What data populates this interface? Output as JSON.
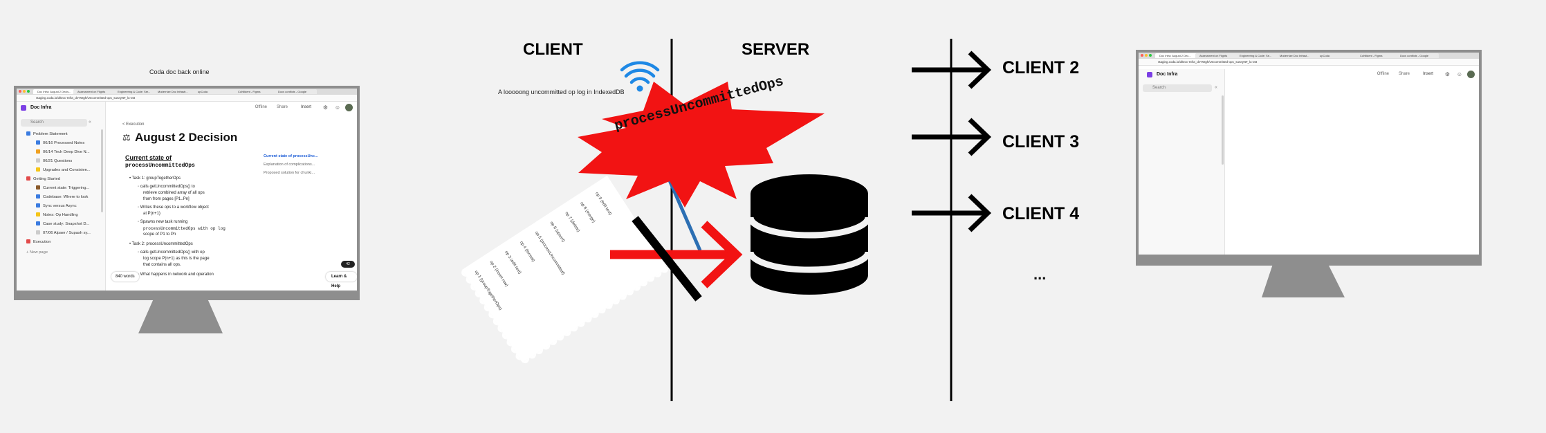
{
  "headings": {
    "client": "CLIENT",
    "server": "SERVER"
  },
  "left_caption": "Coda doc back online",
  "wifi_caption": "A looooong uncommitted op log in IndexedDB",
  "burst_text": "processUncommittedOps",
  "clients": [
    "CLIENT 2",
    "CLIENT 3",
    "CLIENT 4"
  ],
  "ellipsis": "...",
  "icons": {
    "wifi": "wifi-icon",
    "database": "database-icon",
    "scroll": "op-log-scroll-icon",
    "burst": "explosion-icon"
  },
  "colors": {
    "burst_red": "#f21313",
    "arrow_red": "#f21313",
    "wifi_blue": "#1e88e5",
    "line_blue": "#2c6fb3",
    "monitor_gray": "#8e8e8e"
  },
  "scroll_lines": [
    "op 1 (groupTogetherOps)",
    "op 2 (insert row)",
    "op 3 (edit text)",
    "op 4 (format)",
    "op 5 (processUncommitted)",
    "op 6 (upsert)",
    "op 7 (delete)",
    "op 8 (merge)",
    "op 9 (edit text)"
  ],
  "left_browser": {
    "tabs": [
      "Doc Infra: August 2 Decis...",
      "Assessment on Flights",
      "Engineering & Code: Ser...",
      "Modernize Doc Infrastr...",
      "upCoda",
      "CoNfident - Figma",
      "Docs conflicts - Google"
    ],
    "url": "staging.coda.io/d/Doc-Infra_dzYWgh/Uncommitted-ops_suCQN#_lu-x5t",
    "doc_title": "Doc Infra",
    "header_actions": [
      "Offline",
      "Share",
      "Insert"
    ],
    "search_placeholder": "Search",
    "sidebar_items": [
      {
        "label": "Problem Statement",
        "level": 0,
        "color": "#3a7be0"
      },
      {
        "label": "06/16 Processed Notes",
        "level": 1,
        "color": "#3a7be0"
      },
      {
        "label": "06/14 Tech Deep Dive N...",
        "level": 1,
        "color": "#f0a020"
      },
      {
        "label": "06/21 Questions",
        "level": 1,
        "color": "#cccccc"
      },
      {
        "label": "Upgrades and Consisten...",
        "level": 1,
        "color": "#f5c518"
      },
      {
        "label": "Getting Started",
        "level": 0,
        "color": "#e24a4a"
      },
      {
        "label": "Current state: Triggering...",
        "level": 1,
        "color": "#8a5a2b"
      },
      {
        "label": "Codebase: Where to look",
        "level": 1,
        "color": "#3a7be0"
      },
      {
        "label": "Sync versus Async",
        "level": 1,
        "color": "#3a7be0"
      },
      {
        "label": "Notes: Op Handling",
        "level": 1,
        "color": "#f5c518"
      },
      {
        "label": "Case study: Snapshot D...",
        "level": 1,
        "color": "#3a7be0"
      },
      {
        "label": "07/06 Alpaer / Supash sy...",
        "level": 1,
        "color": "#cccccc"
      },
      {
        "label": "Execution",
        "level": 0,
        "color": "#e24a4a"
      }
    ],
    "new_page": "New page",
    "breadcrumb": "< Execution",
    "page_title": "August 2 Decision",
    "section_title_1": "Current state of",
    "section_title_2": "processUncommittedOps",
    "body_lines": [
      "Task 1: groupTogetherOps",
      "calls getUncommittedOps() to",
      "retrieve combined array of all ops",
      "from from pages  [P1..Pn]",
      "Writes these ops to a workflow object",
      "at  P(n+1)",
      "Spawns new task running",
      "processUncommittedOps  with op log",
      "scope of  P1  to  Pn",
      "Task 2: processUncommittedOps",
      "calls getUncommittedOps() with op",
      "log scope P(n+1) as this is the page",
      "that contains all ops.",
      "What happens in network and operation"
    ],
    "toc": [
      "Current state of processUnc...",
      "Explanation of complications...",
      "Proposed solution for chunki..."
    ],
    "word_count": "840 words",
    "comment_count": "42",
    "help_button": "Learn & Help"
  },
  "right_browser": {
    "tabs": [
      "Doc Infra: August 2 Dec...",
      "Assessment on Flights",
      "Engineering & Code: Se...",
      "Modernize Doc Infrast...",
      "upCoda",
      "CoNfident - Figma",
      "Docs conflicts - Google"
    ],
    "url": "staging.coda.io/d/Doc-Infra_dzYWgh/Uncommitted-ops_suCQN#_lu-x5t",
    "doc_title": "Doc Infra",
    "header_actions": [
      "Offline",
      "Share",
      "Insert"
    ],
    "search_placeholder": "Search"
  }
}
